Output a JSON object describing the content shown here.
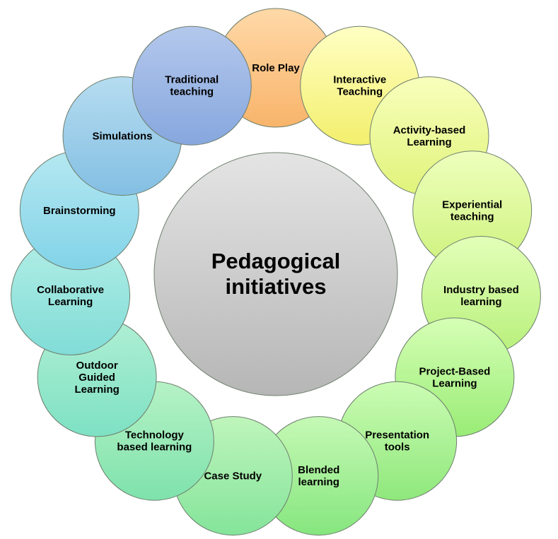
{
  "center": {
    "lines": [
      "Pedagogical",
      "initiatives"
    ]
  },
  "nodes": [
    {
      "lines": [
        "Role Play"
      ],
      "color_top": "#ffd9a8",
      "color_bottom": "#f8b46a"
    },
    {
      "lines": [
        "Interactive",
        "Teaching"
      ],
      "color_top": "#ffffc4",
      "color_bottom": "#f3ef6d"
    },
    {
      "lines": [
        "Activity-based",
        "Learning"
      ],
      "color_top": "#f8ffbc",
      "color_bottom": "#e0f37a"
    },
    {
      "lines": [
        "Experiential",
        "teaching"
      ],
      "color_top": "#efffbd",
      "color_bottom": "#cdf27c"
    },
    {
      "lines": [
        "Industry based",
        "learning"
      ],
      "color_top": "#e3ffb8",
      "color_bottom": "#b7f07b"
    },
    {
      "lines": [
        "Project-Based",
        "Learning"
      ],
      "color_top": "#d6ffb5",
      "color_bottom": "#99ec76"
    },
    {
      "lines": [
        "Presentation",
        "tools"
      ],
      "color_top": "#cbfcb3",
      "color_bottom": "#8fe87c"
    },
    {
      "lines": [
        "Blended",
        "learning"
      ],
      "color_top": "#c5f9b5",
      "color_bottom": "#86e67e"
    },
    {
      "lines": [
        "Case Study"
      ],
      "color_top": "#bff5bb",
      "color_bottom": "#84e49a"
    },
    {
      "lines": [
        "Technology",
        "based learning"
      ],
      "color_top": "#b6f2c5",
      "color_bottom": "#7ee2ac"
    },
    {
      "lines": [
        "Outdoor",
        "Guided",
        "Learning"
      ],
      "color_top": "#b0efd4",
      "color_bottom": "#7ee1c3"
    },
    {
      "lines": [
        "Collaborative",
        "Learning"
      ],
      "color_top": "#b2eee6",
      "color_bottom": "#81dcd7"
    },
    {
      "lines": [
        "Brainstorming"
      ],
      "color_top": "#b5e8f1",
      "color_bottom": "#82d3e8"
    },
    {
      "lines": [
        "Simulations"
      ],
      "color_top": "#b6dcf0",
      "color_bottom": "#83bfe3"
    },
    {
      "lines": [
        "Traditional",
        "teaching"
      ],
      "color_top": "#b4c8ec",
      "color_bottom": "#86a7de"
    }
  ],
  "colors": {
    "center_top": "#e4e4e4",
    "center_bottom": "#b6b6b6",
    "stroke": "#6f7f6f"
  }
}
